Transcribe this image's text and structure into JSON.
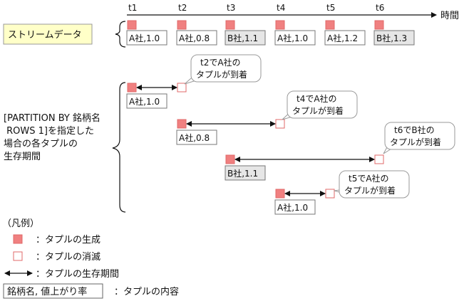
{
  "timeline": {
    "ticks": [
      "t1",
      "t2",
      "t3",
      "t4",
      "t5",
      "t6"
    ],
    "axis_label": "時間"
  },
  "stream": {
    "title": "ストリームデータ",
    "tuples": [
      {
        "text": "A社,1.0",
        "shaded": false
      },
      {
        "text": "A社,0.8",
        "shaded": false
      },
      {
        "text": "B社,1.1",
        "shaded": true
      },
      {
        "text": "A社,1.0",
        "shaded": false
      },
      {
        "text": "A社,1.2",
        "shaded": false
      },
      {
        "text": "B社,1.3",
        "shaded": true
      }
    ]
  },
  "lifetime_section": {
    "label_lines": [
      "[PARTITION BY 銘柄名",
      " ROWS 1]を指定した",
      "場合の各タプルの",
      "生存期間"
    ],
    "rows": [
      {
        "tuple": "A社,1.0",
        "shaded": false,
        "callout": [
          "t2でA社の",
          "タプルが到着"
        ]
      },
      {
        "tuple": "A社,0.8",
        "shaded": false,
        "callout": [
          "t4でA社の",
          "タプルが到着"
        ]
      },
      {
        "tuple": "B社,1.1",
        "shaded": true,
        "callout": [
          "t6でB社の",
          "タプルが到着"
        ]
      },
      {
        "tuple": "A社,1.0",
        "shaded": false,
        "callout": [
          "t5でA社の",
          "タプルが到着"
        ]
      }
    ]
  },
  "legend": {
    "title": "（凡例）",
    "items": [
      {
        "text": "：タプルの生成"
      },
      {
        "text": "：タプルの消滅"
      },
      {
        "text": "：タプルの生存期間"
      },
      {
        "text": "：タプルの内容",
        "sample": "銘柄名, 値上がり率"
      }
    ]
  },
  "colors": {
    "tuple_fill": "#f08080",
    "tuple_border": "#e06868",
    "callout_border": "#9a9a9a",
    "shaded_box": "#e6e6e6",
    "stream_label_bg": "#ffffc8"
  }
}
